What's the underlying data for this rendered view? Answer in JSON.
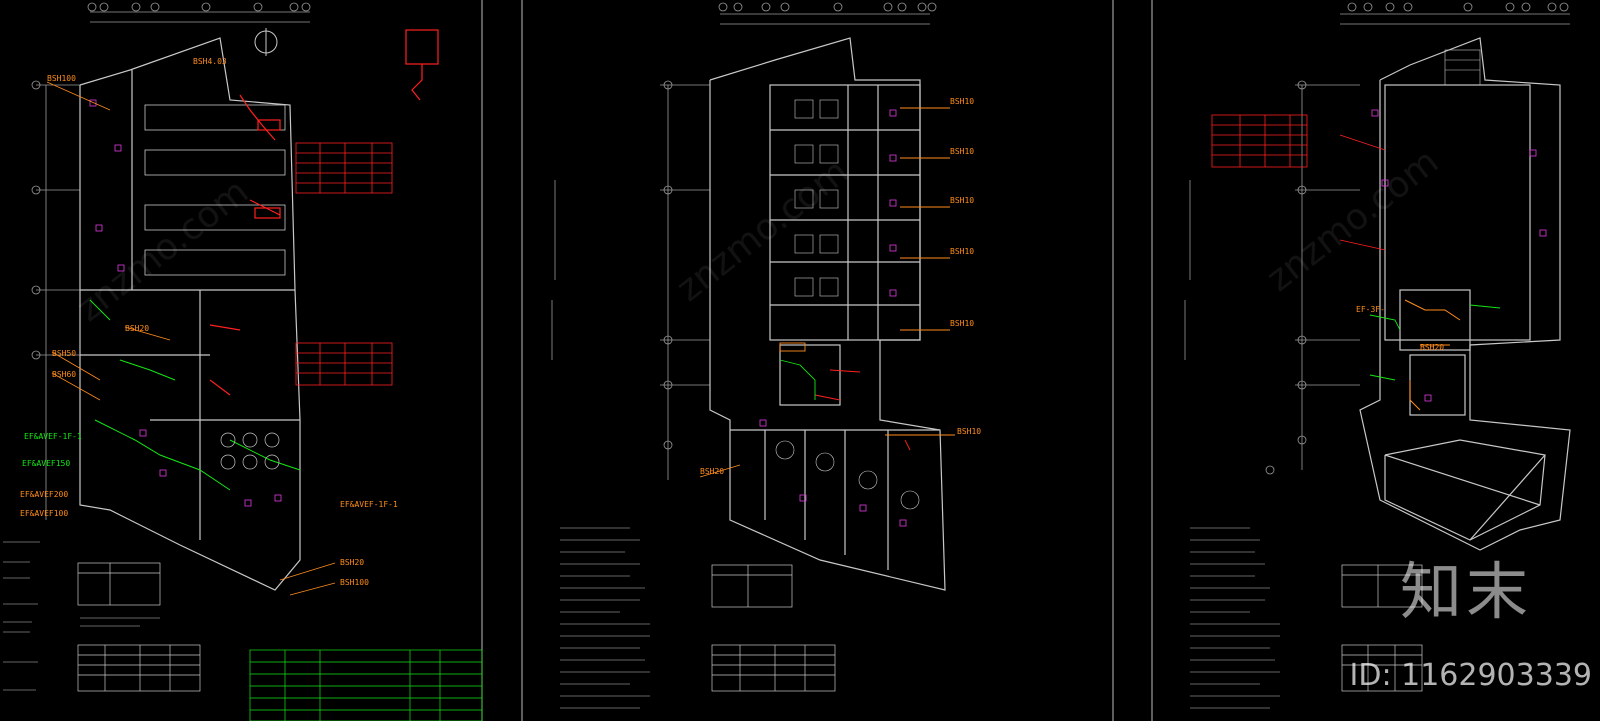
{
  "colors": {
    "background": "#000000",
    "wall": "#c8c8c8",
    "grid": "#9a9a9a",
    "red": "#ff2020",
    "green": "#14e614",
    "orange": "#ff8c1a",
    "magenta": "#e03ce0",
    "yellow": "#e6e632"
  },
  "sheet1": {
    "equipment_labels": {
      "bsh100_top": "BSH100",
      "bsh40": "BSH4.03",
      "bsh20_left": "BSH20",
      "bsh50": "BSH50",
      "bsh60": "BSH60",
      "ef_avef_1f_1": "EF&AVEF-1F-1",
      "ef_avef150": "EF&AVEF150",
      "ef_avef200": "EF&AVEF200",
      "ef_avef100": "EF&AVEF100",
      "ef_avef_right": "EF&AVEF-1F-1",
      "bsh20_bottom": "BSH20",
      "bsh100_bottom": "BSH100"
    }
  },
  "sheet2": {
    "equipment_labels": {
      "bsh10_1": "BSH10",
      "bsh10_2": "BSH10",
      "bsh10_3": "BSH10",
      "bsh10_4": "BSH10",
      "bsh10_5": "BSH10",
      "bsh10_right": "BSH10",
      "bsh20": "BSH20"
    }
  },
  "sheet3": {
    "equipment_labels": {
      "ef_3f": "EF-3F-",
      "bsh20": "BSH20"
    }
  },
  "watermark": {
    "logo": "知末",
    "id": "ID: 1162903339"
  }
}
